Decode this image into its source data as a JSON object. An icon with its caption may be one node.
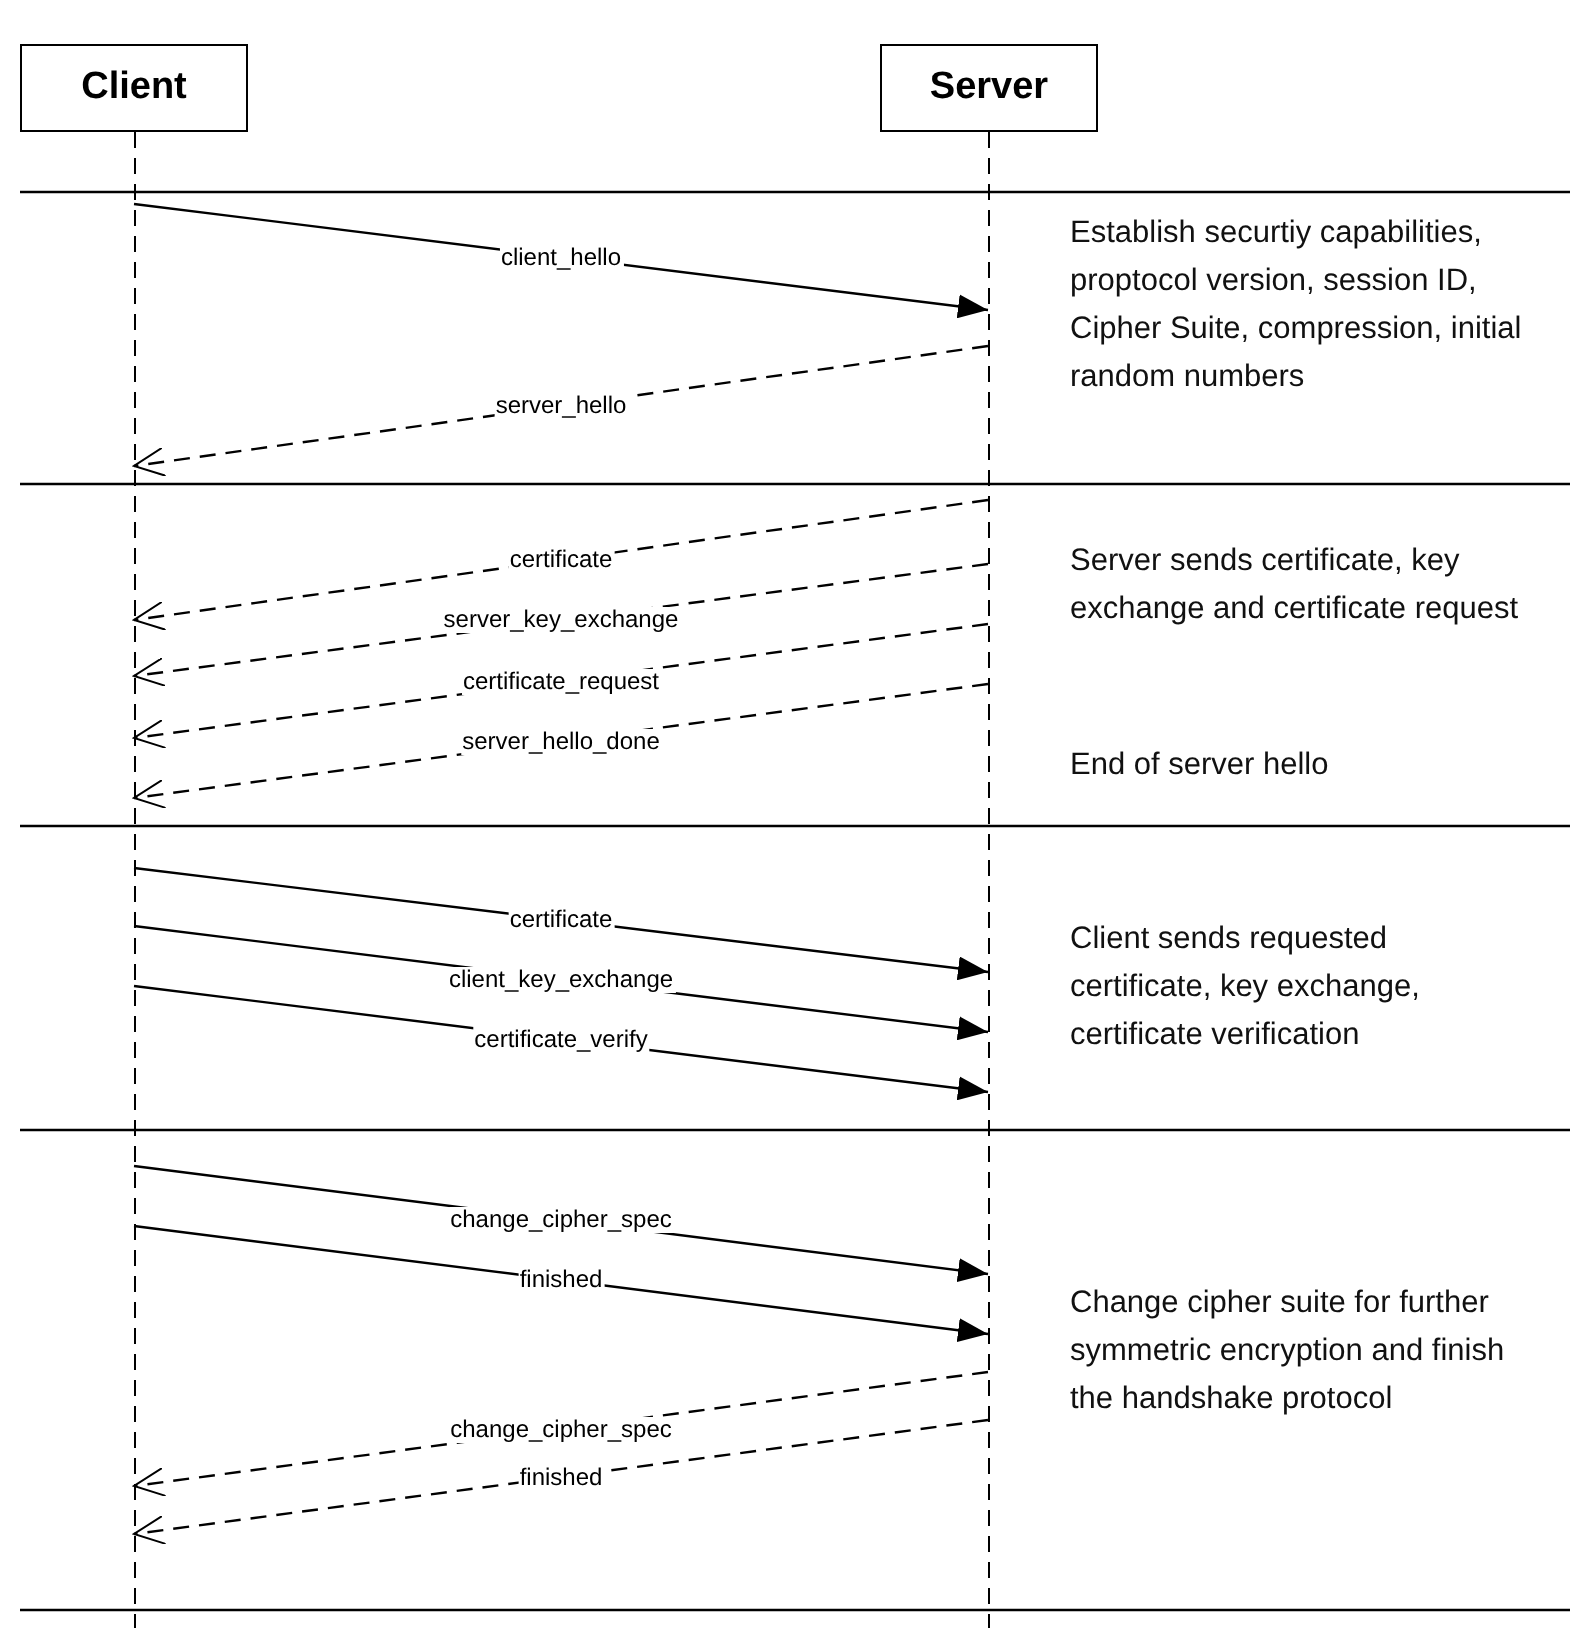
{
  "diagram": {
    "nodes": [
      {
        "text": [
          "Client"
        ]
      },
      {
        "text": [
          "Server"
        ]
      },
      {
        "text": [],
        "shape": "line"
      },
      {
        "text": [],
        "shape": "line"
      }
    ],
    "edges": [
      {
        "from": 2,
        "to": 3,
        "arrow": "to",
        "label": "client_hello"
      },
      {
        "from": 3,
        "to": 2,
        "arrow": "to",
        "label": "server_hello",
        "style": "dashed"
      },
      {
        "from": 3,
        "to": 2,
        "arrow": "to",
        "label": "certificate",
        "style": "dashed"
      },
      {
        "from": 3,
        "to": 2,
        "arrow": "to",
        "label": "server_key_exchange",
        "style": "dashed"
      },
      {
        "from": 3,
        "to": 2,
        "arrow": "to",
        "label": "certificate_request",
        "style": "dashed"
      },
      {
        "from": 3,
        "to": 2,
        "arrow": "to",
        "label": "server_hello_done",
        "style": "dashed"
      },
      {
        "from": 2,
        "to": 3,
        "arrow": "to",
        "label": "certificate"
      },
      {
        "from": 2,
        "to": 3,
        "arrow": "to",
        "label": "client_key_exchange"
      },
      {
        "from": 2,
        "to": 3,
        "arrow": "to",
        "label": "certificate_verify"
      },
      {
        "from": 2,
        "to": 3,
        "arrow": "to",
        "label": "change_cipher_spec"
      },
      {
        "from": 2,
        "to": 3,
        "arrow": "to",
        "label": "finished"
      },
      {
        "from": 3,
        "to": 2,
        "arrow": "to",
        "label": "change_cipher_spec",
        "style": "dashed"
      },
      {
        "from": 3,
        "to": 2,
        "arrow": "to",
        "label": "finished",
        "style": "dashed"
      }
    ],
    "labels": [
      "Establish securtiy capabilities, proptocol version, session ID, Cipher Suite, compression, initial random numbers",
      "Server sends certificate, key exchange and certificate request",
      "End of server hello",
      "Client sends requested certificate, key exchange, certificate verification",
      "Change cipher suite for further symmetric encryption and finish the handshake protocol"
    ]
  }
}
